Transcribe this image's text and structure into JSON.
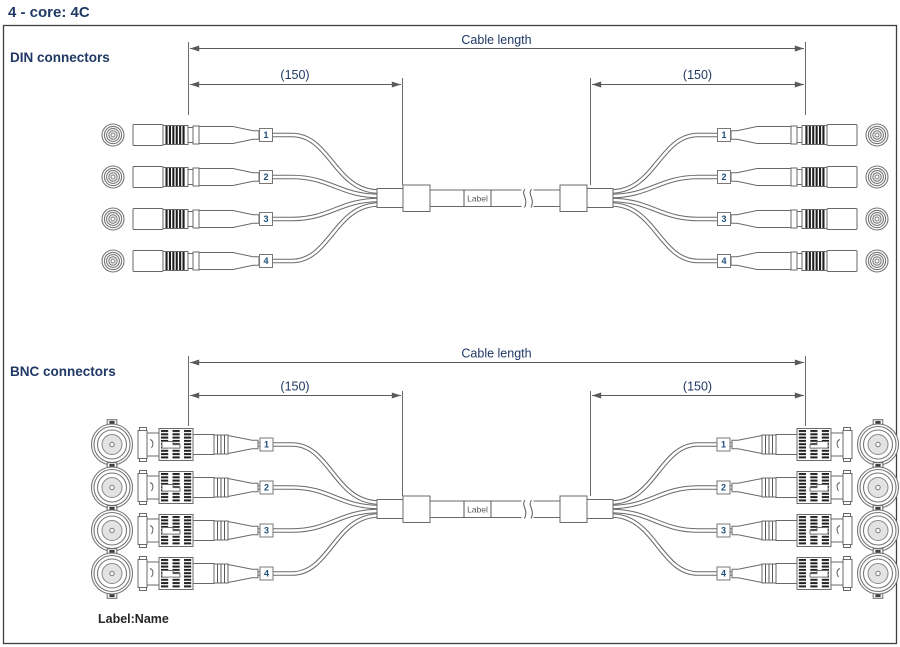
{
  "title": "4 - core: 4C",
  "colors": {
    "heading_text": "#1f3864",
    "line_art": "#5a5a5a",
    "wire_number_text": "#1f4e79",
    "dark_detail": "#1f1f1f"
  },
  "sections": [
    {
      "name": "din",
      "label": "DIN connectors",
      "dimensions": {
        "cable_length": "Cable length",
        "left_breakout": "(150)",
        "right_breakout": "(150)"
      },
      "cable_label": "Label",
      "wire_numbers": [
        "1",
        "2",
        "3",
        "4"
      ]
    },
    {
      "name": "bnc",
      "label": "BNC connectors",
      "dimensions": {
        "cable_length": "Cable length",
        "left_breakout": "(150)",
        "right_breakout": "(150)"
      },
      "cable_label": "Label",
      "wire_numbers": [
        "1",
        "2",
        "3",
        "4"
      ]
    }
  ],
  "footer": {
    "note": "Label:Name"
  }
}
